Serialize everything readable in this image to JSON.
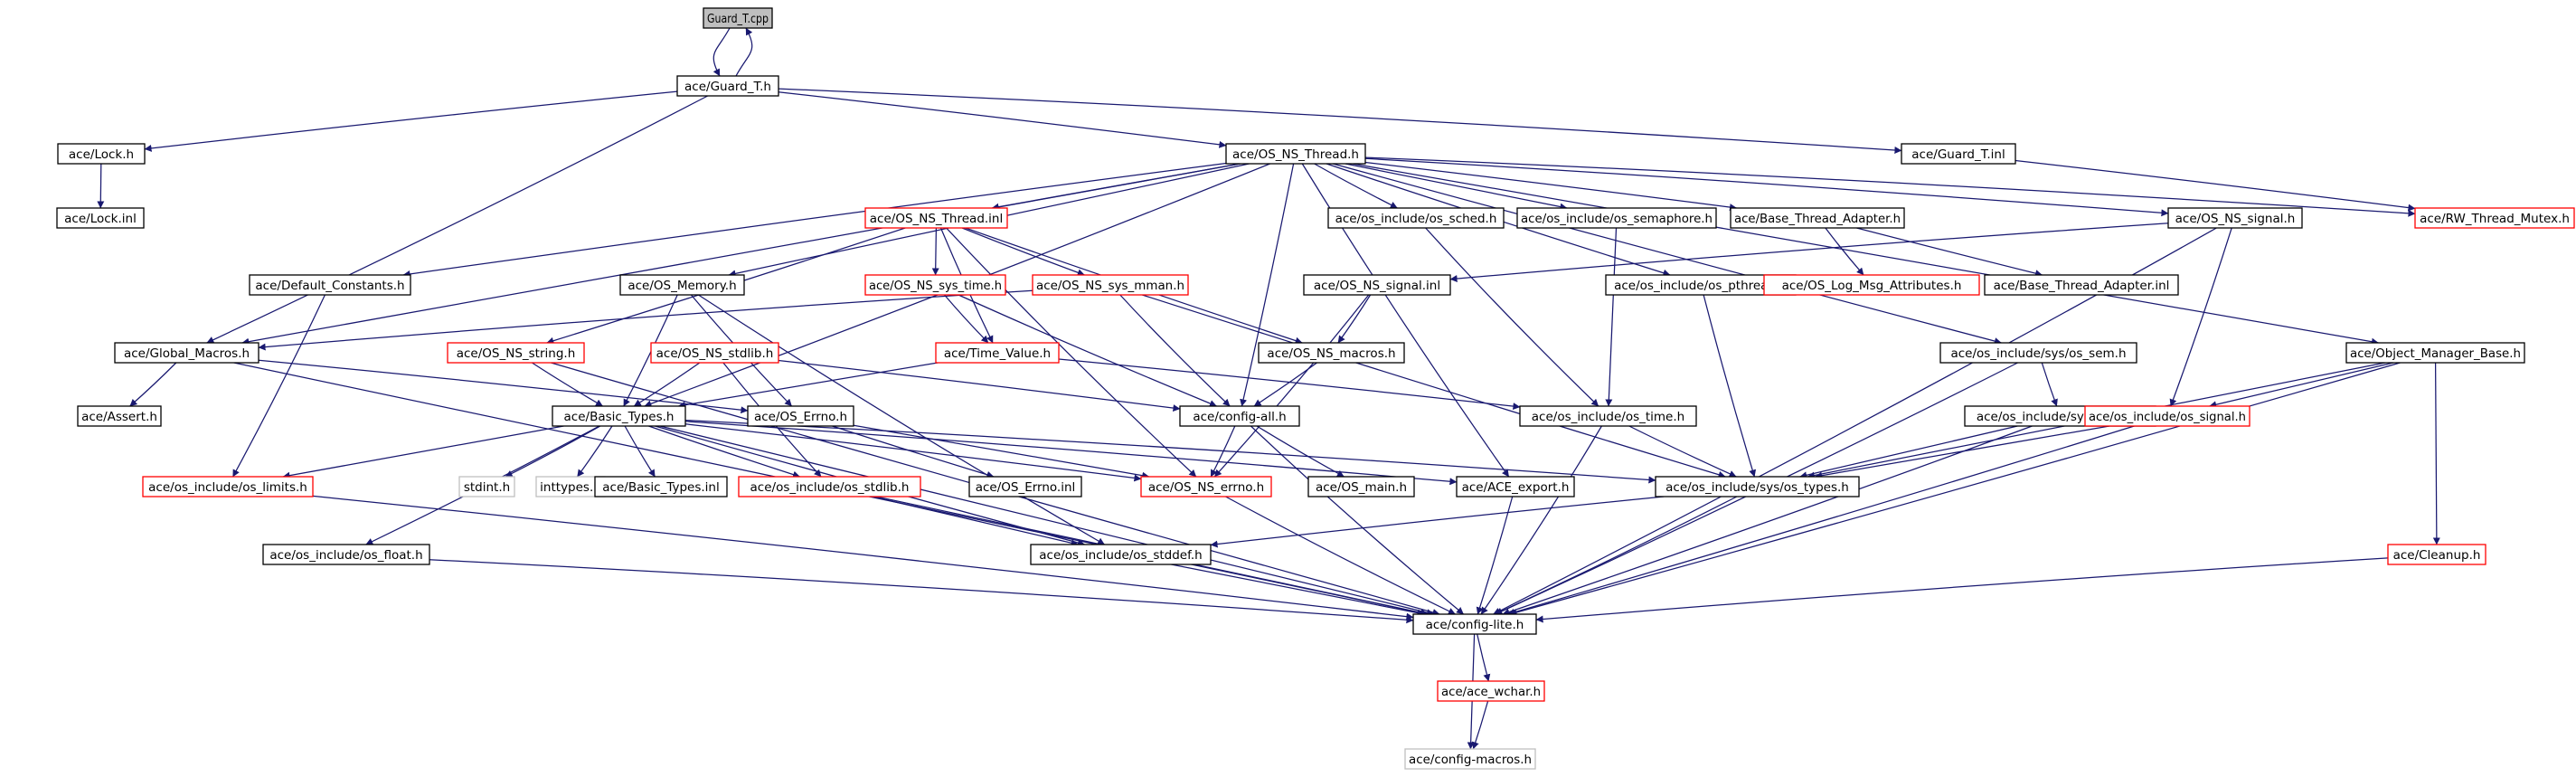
{
  "colors": {
    "edge": "#191970",
    "border_normal": "#000000",
    "border_incomplete": "#ff0000",
    "border_external": "#bfbfbf",
    "fill_root": "#bfbfbf",
    "fill_normal": "#ffffff"
  },
  "diagram": {
    "nodes": [
      {
        "id": "guard_t_cpp",
        "label": "Guard_T.cpp",
        "style": "root"
      },
      {
        "id": "guard_t_h",
        "label": "ace/Guard_T.h",
        "style": "normal"
      },
      {
        "id": "lock_h",
        "label": "ace/Lock.h",
        "style": "normal"
      },
      {
        "id": "lock_inl",
        "label": "ace/Lock.inl",
        "style": "normal"
      },
      {
        "id": "os_ns_thread_h",
        "label": "ace/OS_NS_Thread.h",
        "style": "normal"
      },
      {
        "id": "guard_t_inl",
        "label": "ace/Guard_T.inl",
        "style": "normal"
      },
      {
        "id": "rw_thread_mutex_h",
        "label": "ace/RW_Thread_Mutex.h",
        "style": "incomplete"
      },
      {
        "id": "os_ns_thread_inl",
        "label": "ace/OS_NS_Thread.inl",
        "style": "incomplete"
      },
      {
        "id": "os_sched_h",
        "label": "ace/os_include/os_sched.h",
        "style": "normal"
      },
      {
        "id": "os_semaphore_h",
        "label": "ace/os_include/os_semaphore.h",
        "style": "normal"
      },
      {
        "id": "base_thread_adapter_h",
        "label": "ace/Base_Thread_Adapter.h",
        "style": "normal"
      },
      {
        "id": "os_ns_signal_h",
        "label": "ace/OS_NS_signal.h",
        "style": "normal"
      },
      {
        "id": "default_constants_h",
        "label": "ace/Default_Constants.h",
        "style": "normal"
      },
      {
        "id": "os_memory_h",
        "label": "ace/OS_Memory.h",
        "style": "normal"
      },
      {
        "id": "os_ns_sys_time_h",
        "label": "ace/OS_NS_sys_time.h",
        "style": "incomplete"
      },
      {
        "id": "os_ns_sys_mman_h",
        "label": "ace/OS_NS_sys_mman.h",
        "style": "incomplete"
      },
      {
        "id": "os_ns_signal_inl",
        "label": "ace/OS_NS_signal.inl",
        "style": "normal"
      },
      {
        "id": "os_pthread_h",
        "label": "ace/os_include/os_pthread.h",
        "style": "normal"
      },
      {
        "id": "os_log_msg_attributes_h",
        "label": "ace/OS_Log_Msg_Attributes.h",
        "style": "incomplete"
      },
      {
        "id": "base_thread_adapter_inl",
        "label": "ace/Base_Thread_Adapter.inl",
        "style": "normal"
      },
      {
        "id": "global_macros_h",
        "label": "ace/Global_Macros.h",
        "style": "normal"
      },
      {
        "id": "os_ns_string_h",
        "label": "ace/OS_NS_string.h",
        "style": "incomplete"
      },
      {
        "id": "os_ns_stdlib_h",
        "label": "ace/OS_NS_stdlib.h",
        "style": "incomplete"
      },
      {
        "id": "time_value_h",
        "label": "ace/Time_Value.h",
        "style": "incomplete"
      },
      {
        "id": "os_ns_macros_h",
        "label": "ace/OS_NS_macros.h",
        "style": "normal"
      },
      {
        "id": "os_sem_h",
        "label": "ace/os_include/sys/os_sem.h",
        "style": "normal"
      },
      {
        "id": "object_manager_base_h",
        "label": "ace/Object_Manager_Base.h",
        "style": "normal"
      },
      {
        "id": "assert_h",
        "label": "ace/Assert.h",
        "style": "normal"
      },
      {
        "id": "basic_types_h",
        "label": "ace/Basic_Types.h",
        "style": "normal"
      },
      {
        "id": "os_errno_h",
        "label": "ace/OS_Errno.h",
        "style": "normal"
      },
      {
        "id": "config_all_h",
        "label": "ace/config-all.h",
        "style": "normal"
      },
      {
        "id": "os_time_h",
        "label": "ace/os_include/os_time.h",
        "style": "normal"
      },
      {
        "id": "os_ipc_h",
        "label": "ace/os_include/sys/os_ipc.h",
        "style": "normal"
      },
      {
        "id": "os_signal_h",
        "label": "ace/os_include/os_signal.h",
        "style": "incomplete"
      },
      {
        "id": "os_limits_h",
        "label": "ace/os_include/os_limits.h",
        "style": "incomplete"
      },
      {
        "id": "stdint_h",
        "label": "stdint.h",
        "style": "external"
      },
      {
        "id": "inttypes_h",
        "label": "inttypes.h",
        "style": "external"
      },
      {
        "id": "basic_types_inl",
        "label": "ace/Basic_Types.inl",
        "style": "normal"
      },
      {
        "id": "os_stdlib_h",
        "label": "ace/os_include/os_stdlib.h",
        "style": "incomplete"
      },
      {
        "id": "os_errno_inl",
        "label": "ace/OS_Errno.inl",
        "style": "normal"
      },
      {
        "id": "os_ns_errno_h",
        "label": "ace/OS_NS_errno.h",
        "style": "incomplete"
      },
      {
        "id": "os_main_h",
        "label": "ace/OS_main.h",
        "style": "normal"
      },
      {
        "id": "ace_export_h",
        "label": "ace/ACE_export.h",
        "style": "normal"
      },
      {
        "id": "os_types_h",
        "label": "ace/os_include/sys/os_types.h",
        "style": "normal"
      },
      {
        "id": "os_float_h",
        "label": "ace/os_include/os_float.h",
        "style": "normal"
      },
      {
        "id": "os_stddef_h",
        "label": "ace/os_include/os_stddef.h",
        "style": "normal"
      },
      {
        "id": "cleanup_h",
        "label": "ace/Cleanup.h",
        "style": "incomplete"
      },
      {
        "id": "config_lite_h",
        "label": "ace/config-lite.h",
        "style": "normal"
      },
      {
        "id": "ace_wchar_h",
        "label": "ace/ace_wchar.h",
        "style": "incomplete"
      },
      {
        "id": "config_macros_h",
        "label": "ace/config-macros.h",
        "style": "external"
      }
    ],
    "edges": [
      [
        "guard_t_cpp",
        "guard_t_h"
      ],
      [
        "guard_t_h",
        "guard_t_cpp"
      ],
      [
        "guard_t_h",
        "lock_h"
      ],
      [
        "guard_t_h",
        "os_ns_thread_h"
      ],
      [
        "guard_t_h",
        "guard_t_inl"
      ],
      [
        "guard_t_h",
        "global_macros_h"
      ],
      [
        "lock_h",
        "lock_inl"
      ],
      [
        "guard_t_inl",
        "rw_thread_mutex_h"
      ],
      [
        "os_ns_thread_h",
        "os_ns_thread_inl"
      ],
      [
        "os_ns_thread_h",
        "os_sched_h"
      ],
      [
        "os_ns_thread_h",
        "os_semaphore_h"
      ],
      [
        "os_ns_thread_h",
        "base_thread_adapter_h"
      ],
      [
        "os_ns_thread_h",
        "os_ns_signal_h"
      ],
      [
        "os_ns_thread_h",
        "rw_thread_mutex_h"
      ],
      [
        "os_ns_thread_h",
        "object_manager_base_h"
      ],
      [
        "os_ns_thread_h",
        "default_constants_h"
      ],
      [
        "os_ns_thread_h",
        "os_memory_h"
      ],
      [
        "os_ns_thread_h",
        "global_macros_h"
      ],
      [
        "os_ns_thread_h",
        "basic_types_h"
      ],
      [
        "os_ns_thread_h",
        "config_all_h"
      ],
      [
        "os_ns_thread_h",
        "os_pthread_h"
      ],
      [
        "os_ns_thread_h",
        "os_sem_h"
      ],
      [
        "os_ns_thread_h",
        "ace_export_h"
      ],
      [
        "os_ns_thread_inl",
        "os_ns_sys_time_h"
      ],
      [
        "os_ns_thread_inl",
        "os_ns_sys_mman_h"
      ],
      [
        "os_ns_thread_inl",
        "os_ns_string_h"
      ],
      [
        "os_ns_thread_inl",
        "os_ns_macros_h"
      ],
      [
        "os_ns_thread_inl",
        "time_value_h"
      ],
      [
        "os_ns_thread_inl",
        "os_ns_errno_h"
      ],
      [
        "os_sched_h",
        "os_time_h"
      ],
      [
        "os_semaphore_h",
        "os_time_h"
      ],
      [
        "base_thread_adapter_h",
        "os_log_msg_attributes_h"
      ],
      [
        "base_thread_adapter_h",
        "base_thread_adapter_inl"
      ],
      [
        "os_ns_signal_h",
        "os_ns_signal_inl"
      ],
      [
        "os_ns_signal_h",
        "os_signal_h"
      ],
      [
        "os_ns_signal_h",
        "config_lite_h"
      ],
      [
        "default_constants_h",
        "os_limits_h"
      ],
      [
        "os_memory_h",
        "basic_types_h"
      ],
      [
        "os_memory_h",
        "os_errno_h"
      ],
      [
        "os_memory_h",
        "os_stddef_h"
      ],
      [
        "os_ns_sys_time_h",
        "time_value_h"
      ],
      [
        "os_ns_sys_time_h",
        "config_all_h"
      ],
      [
        "os_ns_sys_mman_h",
        "global_macros_h"
      ],
      [
        "os_ns_sys_mman_h",
        "config_all_h"
      ],
      [
        "os_ns_sys_mman_h",
        "os_types_h"
      ],
      [
        "os_ns_signal_inl",
        "os_ns_macros_h"
      ],
      [
        "os_ns_signal_inl",
        "os_ns_errno_h"
      ],
      [
        "os_pthread_h",
        "os_types_h"
      ],
      [
        "global_macros_h",
        "assert_h"
      ],
      [
        "global_macros_h",
        "os_errno_h"
      ],
      [
        "global_macros_h",
        "config_lite_h"
      ],
      [
        "os_ns_string_h",
        "basic_types_h"
      ],
      [
        "os_ns_string_h",
        "config_lite_h"
      ],
      [
        "os_ns_stdlib_h",
        "basic_types_h"
      ],
      [
        "os_ns_stdlib_h",
        "os_stdlib_h"
      ],
      [
        "os_ns_stdlib_h",
        "config_all_h"
      ],
      [
        "time_value_h",
        "basic_types_h"
      ],
      [
        "time_value_h",
        "os_time_h"
      ],
      [
        "os_ns_macros_h",
        "config_all_h"
      ],
      [
        "os_sem_h",
        "os_ipc_h"
      ],
      [
        "os_sem_h",
        "config_lite_h"
      ],
      [
        "object_manager_base_h",
        "os_signal_h"
      ],
      [
        "object_manager_base_h",
        "os_types_h"
      ],
      [
        "object_manager_base_h",
        "cleanup_h"
      ],
      [
        "object_manager_base_h",
        "config_lite_h"
      ],
      [
        "basic_types_h",
        "os_limits_h"
      ],
      [
        "basic_types_h",
        "stdint_h"
      ],
      [
        "basic_types_h",
        "inttypes_h"
      ],
      [
        "basic_types_h",
        "basic_types_inl"
      ],
      [
        "basic_types_h",
        "os_stdlib_h"
      ],
      [
        "basic_types_h",
        "os_float_h"
      ],
      [
        "basic_types_h",
        "os_stddef_h"
      ],
      [
        "basic_types_h",
        "config_lite_h"
      ],
      [
        "basic_types_h",
        "ace_export_h"
      ],
      [
        "basic_types_h",
        "os_types_h"
      ],
      [
        "basic_types_h",
        "os_ns_errno_h"
      ],
      [
        "os_errno_h",
        "os_errno_inl"
      ],
      [
        "os_errno_h",
        "os_ns_errno_h"
      ],
      [
        "config_all_h",
        "os_main_h"
      ],
      [
        "config_all_h",
        "config_lite_h"
      ],
      [
        "config_all_h",
        "os_ns_errno_h"
      ],
      [
        "os_time_h",
        "os_types_h"
      ],
      [
        "os_time_h",
        "config_lite_h"
      ],
      [
        "os_ipc_h",
        "os_types_h"
      ],
      [
        "os_ipc_h",
        "config_lite_h"
      ],
      [
        "os_signal_h",
        "os_types_h"
      ],
      [
        "os_signal_h",
        "config_lite_h"
      ],
      [
        "os_limits_h",
        "config_lite_h"
      ],
      [
        "os_stdlib_h",
        "os_stddef_h"
      ],
      [
        "os_stdlib_h",
        "config_lite_h"
      ],
      [
        "os_ns_errno_h",
        "config_lite_h"
      ],
      [
        "ace_export_h",
        "config_lite_h"
      ],
      [
        "os_types_h",
        "os_stddef_h"
      ],
      [
        "os_types_h",
        "config_lite_h"
      ],
      [
        "os_float_h",
        "config_lite_h"
      ],
      [
        "os_stddef_h",
        "config_lite_h"
      ],
      [
        "cleanup_h",
        "config_lite_h"
      ],
      [
        "config_lite_h",
        "ace_wchar_h"
      ],
      [
        "config_lite_h",
        "config_macros_h"
      ],
      [
        "ace_wchar_h",
        "config_macros_h"
      ]
    ]
  }
}
